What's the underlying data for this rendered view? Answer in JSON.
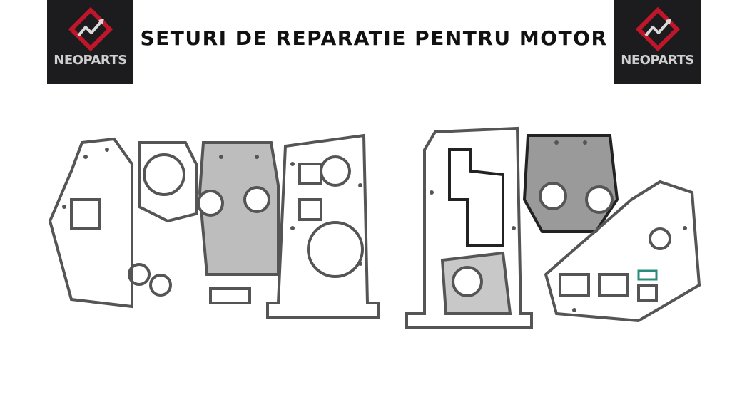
{
  "brand": {
    "name": "NEOPARTS",
    "logo_color": "#c0162b",
    "icon": "neoparts-logo-icon"
  },
  "header": {
    "title": "SETURI DE REPARATIE PENTRU MOTOR"
  },
  "images": {
    "left": "gasket-set-image",
    "right": "gasket-set-image"
  }
}
